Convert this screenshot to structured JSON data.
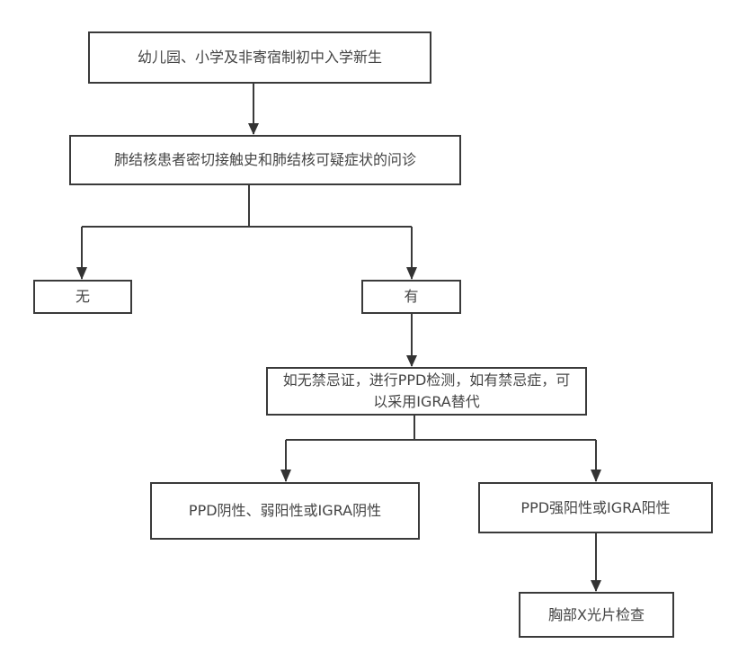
{
  "diagram": {
    "type": "flowchart",
    "nodes": [
      {
        "id": "n1",
        "label": "幼儿园、小学及非寄宿制初中入学新生"
      },
      {
        "id": "n2",
        "label": "肺结核患者密切接触史和肺结核可疑症状的问诊"
      },
      {
        "id": "n3",
        "label": "无"
      },
      {
        "id": "n4",
        "label": "有"
      },
      {
        "id": "n5",
        "label": "如无禁忌证，进行PPD检测，如有禁忌症，可以采用IGRA替代"
      },
      {
        "id": "n6",
        "label": "PPD阴性、弱阳性或IGRA阴性"
      },
      {
        "id": "n7",
        "label": "PPD强阳性或IGRA阳性"
      },
      {
        "id": "n8",
        "label": "胸部X光片检查"
      }
    ],
    "edges": [
      {
        "from": "n1",
        "to": "n2"
      },
      {
        "from": "n2",
        "to": "n3"
      },
      {
        "from": "n2",
        "to": "n4"
      },
      {
        "from": "n4",
        "to": "n5"
      },
      {
        "from": "n5",
        "to": "n6"
      },
      {
        "from": "n5",
        "to": "n7"
      },
      {
        "from": "n7",
        "to": "n8"
      }
    ],
    "colors": {
      "stroke": "#3a3a3a",
      "text": "#444444",
      "background": "#ffffff"
    }
  }
}
